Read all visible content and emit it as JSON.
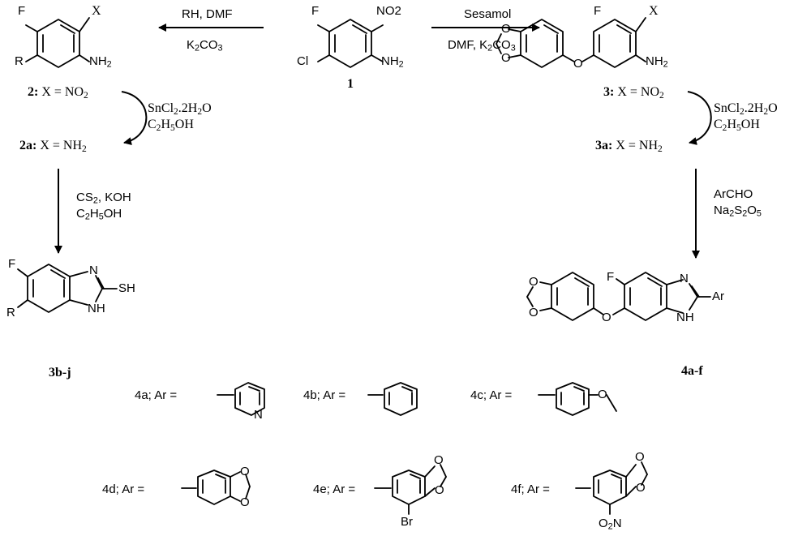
{
  "compound_1": {
    "label": "1",
    "X": "NO2",
    "F": "F",
    "Cl": "Cl",
    "NH": "NH",
    "H2": "2"
  },
  "left_product": {
    "F": "F",
    "R": "R",
    "X": "X",
    "NH": "NH",
    "H2": "2"
  },
  "right_product": {
    "F": "F",
    "O": "O",
    "X": "X",
    "NH": "NH",
    "H2": "2"
  },
  "arrows": {
    "step_left": {
      "line1": "RH, DMF",
      "line2_a": "K",
      "line2_b": "2",
      "line2_c": "CO",
      "line2_d": "3"
    },
    "step_right": {
      "line1": "Sesamol",
      "line2_a": "DMF, K",
      "line2_b": "2",
      "line2_c": "CO",
      "line2_d": "3"
    }
  },
  "reductions": {
    "left": {
      "r1": "2: ",
      "r1_x": "X = NO",
      "r1_sub": "2",
      "r2": "2a: ",
      "r2_x": "X = NH",
      "r2_sub": "2"
    },
    "right": {
      "r1": "3: ",
      "r1_x": "X = NO",
      "r1_sub": "2",
      "r2": "3a: ",
      "r2_x": "X = NH",
      "r2_sub": "2"
    },
    "reagent_a": "SnCl",
    "reagent_a_sub1": "2",
    "reagent_a_mid": ".2H",
    "reagent_a_sub2": "2",
    "reagent_a_end": "O",
    "reagent_b": "C",
    "reagent_b_sub1": "2",
    "reagent_b_mid": "H",
    "reagent_b_sub2": "5",
    "reagent_b_end": "OH"
  },
  "cyclization_left": {
    "l1a": "CS",
    "l1b": "2",
    "l1c": ", KOH",
    "l2a": "C",
    "l2b": "2",
    "l2c": "H",
    "l2d": "5",
    "l2e": "OH"
  },
  "cyclization_right": {
    "l1": "ArCHO",
    "l2a": "Na",
    "l2b": "2",
    "l2c": "S",
    "l2d": "2",
    "l2e": "O",
    "l2f": "5"
  },
  "product_3bj": {
    "label": "3b-j",
    "F": "F",
    "R": "R",
    "N": "N",
    "NH": "NH",
    "SH": "SH"
  },
  "product_4af": {
    "label": "4a-f",
    "F": "F",
    "N": "N",
    "NH": "NH",
    "Ar": "Ar",
    "O": "O"
  },
  "ar_groups": [
    {
      "key": "4a",
      "text": "4a; Ar =",
      "atom": "N"
    },
    {
      "key": "4b",
      "text": "4b; Ar ="
    },
    {
      "key": "4c",
      "text": "4c; Ar =",
      "atom": "O"
    },
    {
      "key": "4d",
      "text": "4d; Ar =",
      "atom": "O"
    },
    {
      "key": "4e",
      "text": "4e; Ar =",
      "atom": "O",
      "sub": "Br"
    },
    {
      "key": "4f",
      "text": "4f; Ar =",
      "atom": "O",
      "sub_a": "O",
      "sub_b": "2",
      "sub_c": "N"
    }
  ]
}
